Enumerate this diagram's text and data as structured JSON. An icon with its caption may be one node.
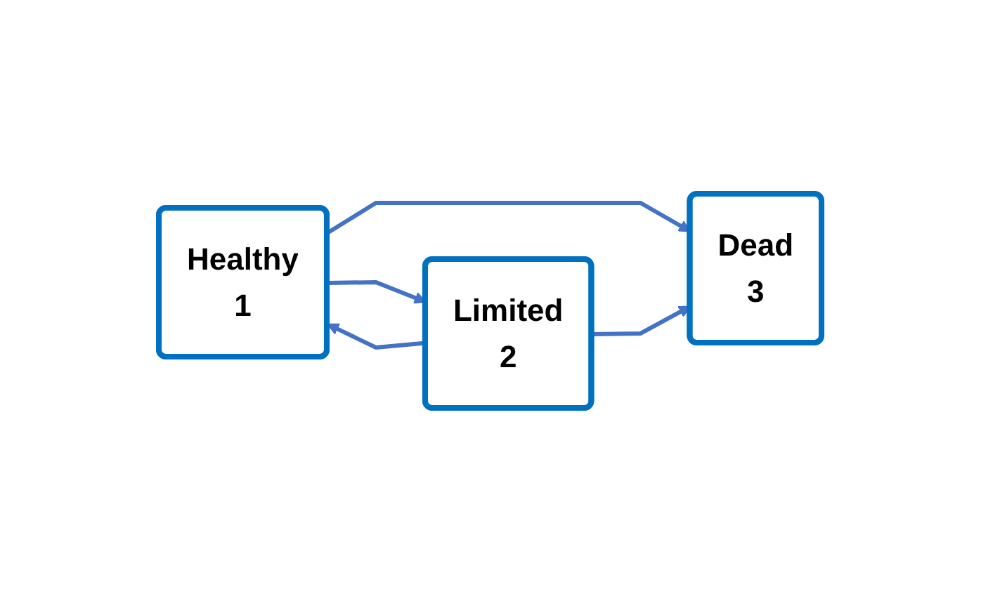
{
  "diagram": {
    "nodes": [
      {
        "text": [
          "Healthy",
          "1"
        ]
      },
      {
        "text": [
          "Limited",
          "2"
        ]
      },
      {
        "text": [
          "Dead",
          "3"
        ]
      }
    ],
    "edges": [
      {
        "from": 0,
        "to": 1,
        "arrow": "to"
      },
      {
        "from": 1,
        "to": 0,
        "arrow": "to"
      },
      {
        "from": 0,
        "to": 2,
        "arrow": "to"
      },
      {
        "from": 1,
        "to": 2,
        "arrow": "to"
      }
    ]
  }
}
